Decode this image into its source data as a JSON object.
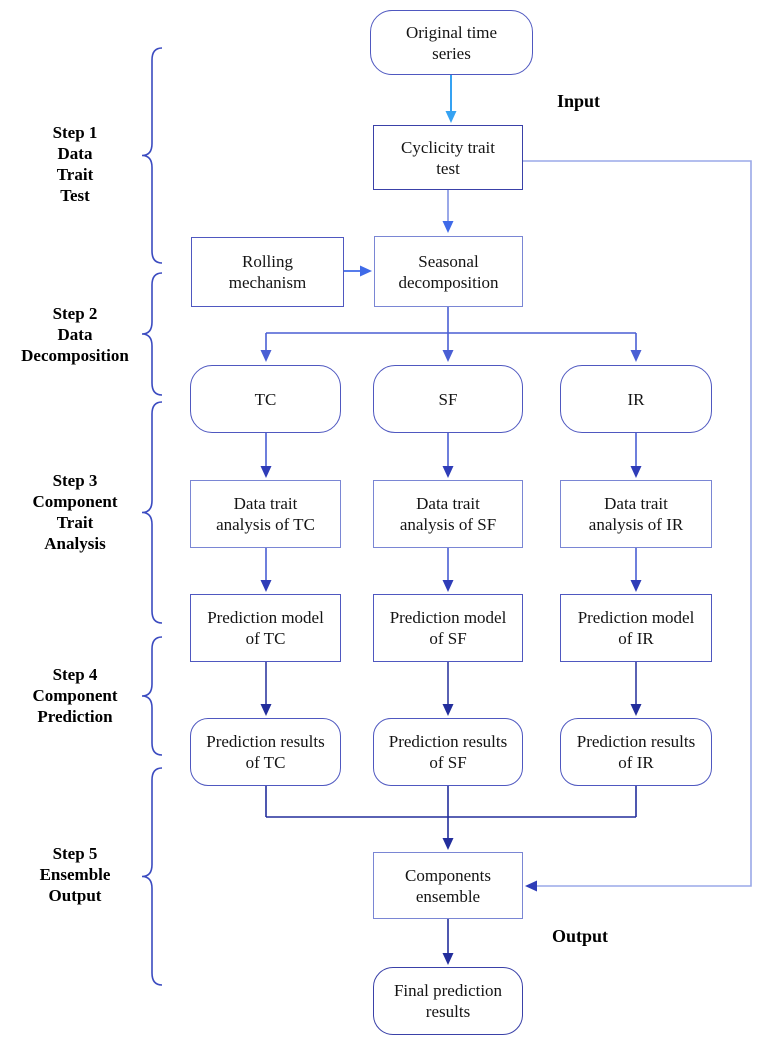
{
  "diagram": {
    "annotations": {
      "input": "Input",
      "output": "Output"
    },
    "steps": [
      {
        "label": [
          "Step 1",
          "Data",
          "Trait",
          "Test"
        ]
      },
      {
        "label": [
          "Step 2",
          "Data",
          "Decomposition"
        ]
      },
      {
        "label": [
          "Step 3",
          "Component",
          "Trait",
          "Analysis"
        ]
      },
      {
        "label": [
          "Step 4",
          "Component",
          "Prediction"
        ]
      },
      {
        "label": [
          "Step 5",
          "Ensemble",
          "Output"
        ]
      }
    ],
    "nodes": {
      "original": [
        "Original time",
        "series"
      ],
      "cyclicity": [
        "Cyclicity trait",
        "test"
      ],
      "rolling": [
        "Rolling",
        "mechanism"
      ],
      "seasonal": [
        "Seasonal",
        "decomposition"
      ],
      "tc": "TC",
      "sf": "SF",
      "ir": "IR",
      "analysis_tc": [
        "Data trait",
        "analysis of TC"
      ],
      "analysis_sf": [
        "Data trait",
        "analysis of SF"
      ],
      "analysis_ir": [
        "Data trait",
        "analysis of IR"
      ],
      "model_tc": [
        "Prediction model",
        "of TC"
      ],
      "model_sf": [
        "Prediction model",
        "of SF"
      ],
      "model_ir": [
        "Prediction model",
        "of IR"
      ],
      "results_tc": [
        "Prediction results",
        "of TC"
      ],
      "results_sf": [
        "Prediction results",
        "of SF"
      ],
      "results_ir": [
        "Prediction results",
        "of IR"
      ],
      "ensemble": [
        "Components",
        "ensemble"
      ],
      "final": [
        "Final prediction",
        "results"
      ]
    },
    "palette": {
      "line_cyan": "#35a2f2",
      "line_blue": "#4a5fd4",
      "line_light": "#9aa8e8",
      "line_navy": "#232e9c",
      "line_bright": "#3f6ae8",
      "border_med": "#4f58c0",
      "border_light": "#7a86d4",
      "border_dark": "#3a41a8",
      "brace": "#3b4bc0"
    }
  }
}
